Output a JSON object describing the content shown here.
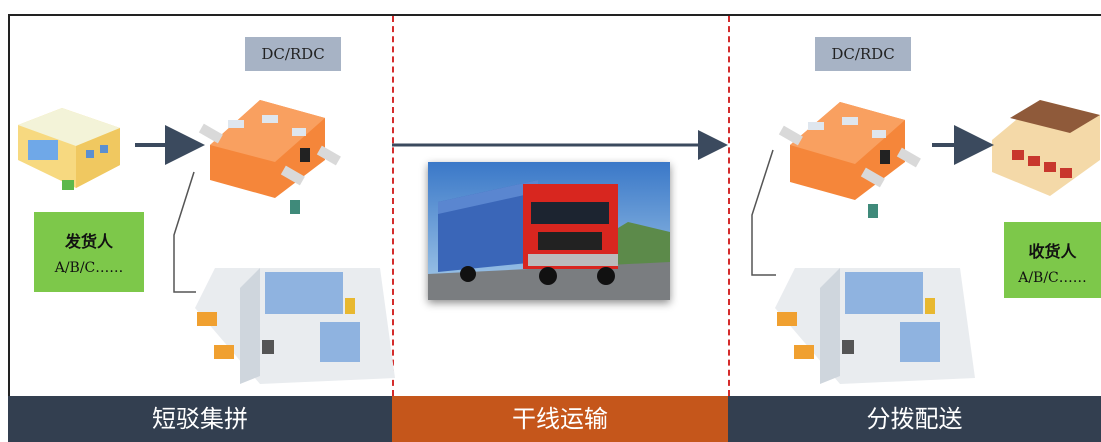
{
  "stages": [
    {
      "label": "短驳集拼",
      "color": "#333f50"
    },
    {
      "label": "干线运输",
      "color": "#c5561b"
    },
    {
      "label": "分拨配送",
      "color": "#333f50"
    }
  ],
  "dc_left": "DC/RDC",
  "dc_right": "DC/RDC",
  "shipper": {
    "name": "发货人",
    "ids": "A/B/C……"
  },
  "receiver": {
    "name": "收货人",
    "ids": "A/B/C……"
  },
  "colors": {
    "divider": "#d42c2c",
    "arrow": "#3b4a5e",
    "party": "#7dc84a",
    "dc": "#a7b3c5",
    "warehouse": "#f5863a"
  }
}
